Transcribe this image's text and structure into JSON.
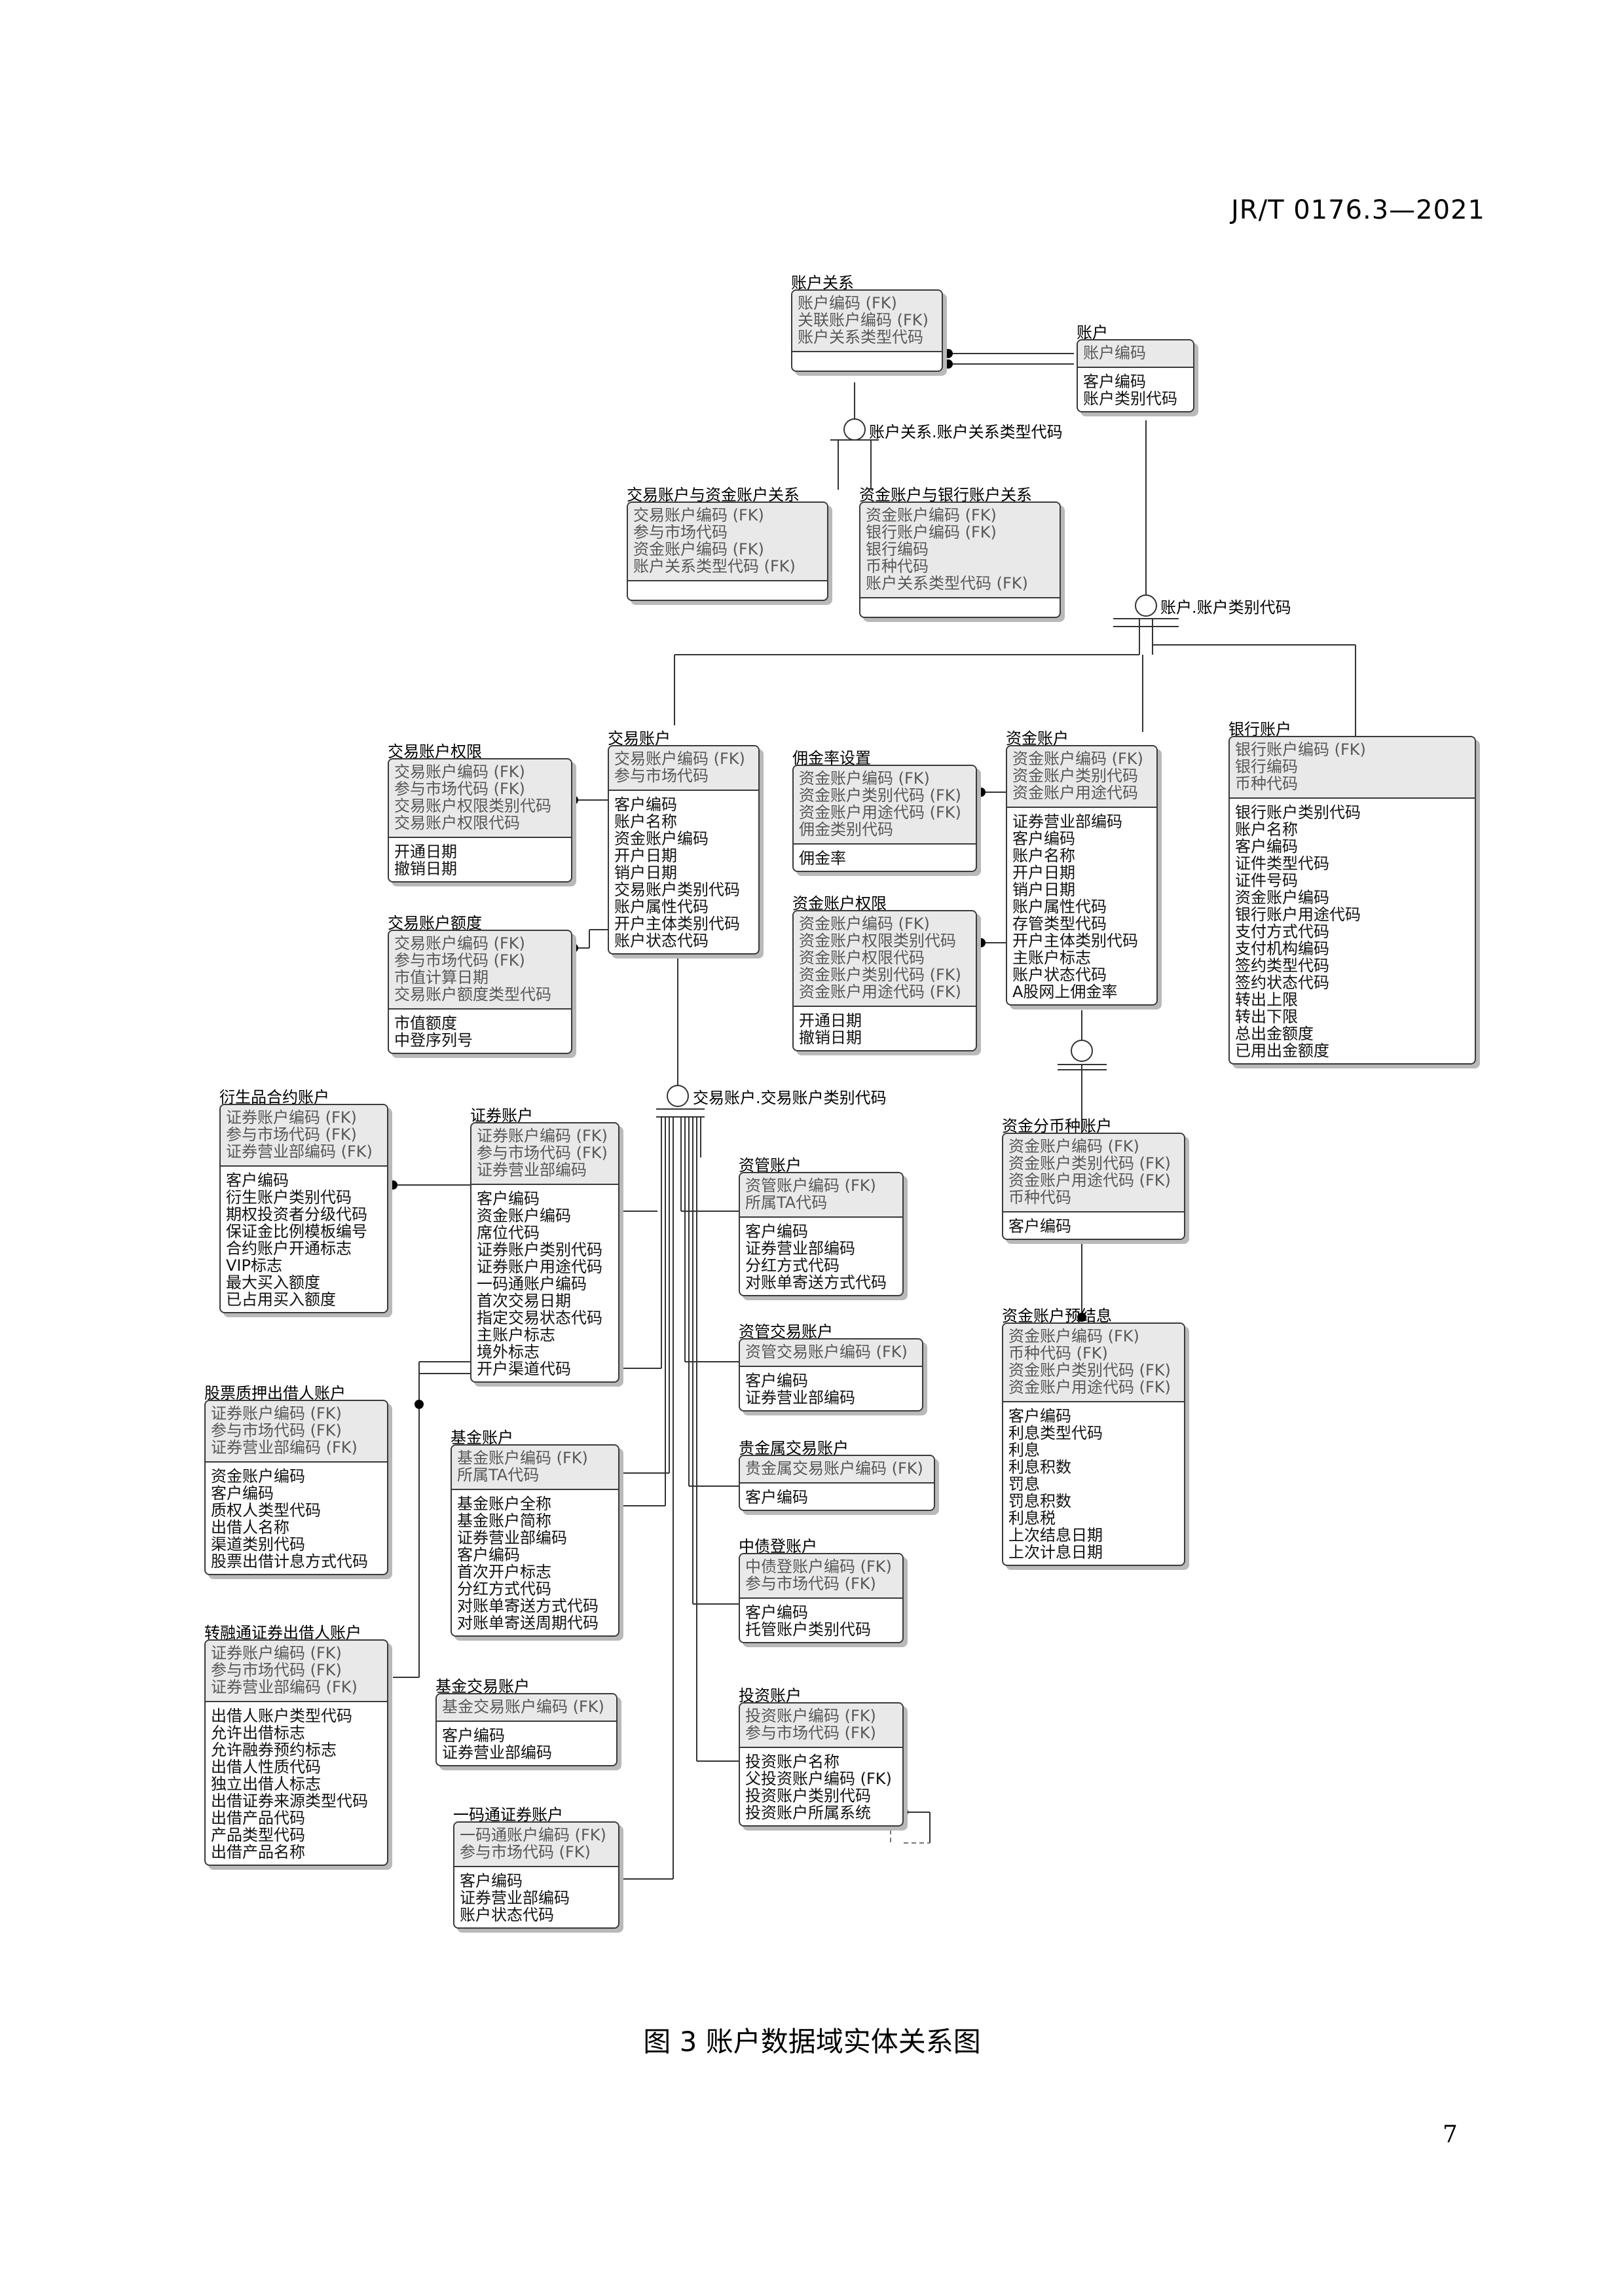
{
  "header": {
    "doc_code": "JR/T 0176.3—2021"
  },
  "caption": "图 3   账户数据域实体关系图",
  "page_number": "7",
  "relations": [
    "账户关系.账户关系类型代码",
    "账户.账户类别代码",
    "交易账户.交易账户类别代码"
  ],
  "entities": {
    "zhgx": {
      "name": "账户关系",
      "pk": [
        "账户编码 (FK)",
        "关联账户编码 (FK)",
        "账户关系类型代码"
      ],
      "attrs": []
    },
    "zh": {
      "name": "账户",
      "pk": [
        "账户编码"
      ],
      "attrs": [
        "客户编码",
        "账户类别代码"
      ]
    },
    "jyzjgx": {
      "name": "交易账户与资金账户关系",
      "pk": [
        "交易账户编码 (FK)",
        "参与市场代码",
        "资金账户编码 (FK)",
        "账户关系类型代码 (FK)"
      ],
      "attrs": []
    },
    "zjyhgx": {
      "name": "资金账户与银行账户关系",
      "pk": [
        "资金账户编码 (FK)",
        "银行账户编码 (FK)",
        "银行编码",
        "币种代码",
        "账户关系类型代码 (FK)"
      ],
      "attrs": []
    },
    "jyqx": {
      "name": "交易账户权限",
      "pk": [
        "交易账户编码 (FK)",
        "参与市场代码 (FK)",
        "交易账户权限类别代码",
        "交易账户权限代码"
      ],
      "attrs": [
        "开通日期",
        "撤销日期"
      ]
    },
    "jyzh": {
      "name": "交易账户",
      "pk": [
        "交易账户编码 (FK)",
        "参与市场代码"
      ],
      "attrs": [
        "客户编码",
        "账户名称",
        "资金账户编码",
        "开户日期",
        "销户日期",
        "交易账户类别代码",
        "账户属性代码",
        "开户主体类别代码",
        "账户状态代码"
      ]
    },
    "yjl": {
      "name": "佣金率设置",
      "pk": [
        "资金账户编码 (FK)",
        "资金账户类别代码 (FK)",
        "资金账户用途代码 (FK)",
        "佣金类别代码"
      ],
      "attrs": [
        "佣金率"
      ]
    },
    "zjzh": {
      "name": "资金账户",
      "pk": [
        "资金账户编码 (FK)",
        "资金账户类别代码",
        "资金账户用途代码"
      ],
      "attrs": [
        "证券营业部编码",
        "客户编码",
        "账户名称",
        "开户日期",
        "销户日期",
        "账户属性代码",
        "存管类型代码",
        "开户主体类别代码",
        "主账户标志",
        "账户状态代码",
        "A股网上佣金率"
      ]
    },
    "yhzh": {
      "name": "银行账户",
      "pk": [
        "银行账户编码 (FK)",
        "银行编码",
        "币种代码"
      ],
      "attrs": [
        "银行账户类别代码",
        "账户名称",
        "客户编码",
        "证件类型代码",
        "证件号码",
        "资金账户编码",
        "银行账户用途代码",
        "支付方式代码",
        "支付机构编码",
        "签约类型代码",
        "签约状态代码",
        "转出上限",
        "转出下限",
        "总出金额度",
        "已用出金额度"
      ]
    },
    "jyed": {
      "name": "交易账户额度",
      "pk": [
        "交易账户编码 (FK)",
        "参与市场代码 (FK)",
        "市值计算日期",
        "交易账户额度类型代码"
      ],
      "attrs": [
        "市值额度",
        "中登序列号"
      ]
    },
    "zjqx": {
      "name": "资金账户权限",
      "pk": [
        "资金账户编码 (FK)",
        "资金账户权限类别代码",
        "资金账户权限代码",
        "资金账户类别代码 (FK)",
        "资金账户用途代码 (FK)"
      ],
      "attrs": [
        "开通日期",
        "撤销日期"
      ]
    },
    "yshy": {
      "name": "衍生品合约账户",
      "pk": [
        "证券账户编码 (FK)",
        "参与市场代码 (FK)",
        "证券营业部编码 (FK)"
      ],
      "attrs": [
        "客户编码",
        "衍生账户类别代码",
        "期权投资者分级代码",
        "保证金比例模板编号",
        "合约账户开通标志",
        "VIP标志",
        "最大买入额度",
        "已占用买入额度"
      ]
    },
    "zqzh": {
      "name": "证券账户",
      "pk": [
        "证券账户编码 (FK)",
        "参与市场代码 (FK)",
        "证券营业部编码"
      ],
      "attrs": [
        "客户编码",
        "资金账户编码",
        "席位代码",
        "证券账户类别代码",
        "证券账户用途代码",
        "一码通账户编码",
        "首次交易日期",
        "指定交易状态代码",
        "主账户标志",
        "境外标志",
        "开户渠道代码"
      ]
    },
    "zgzh": {
      "name": "资管账户",
      "pk": [
        "资管账户编码 (FK)",
        "所属TA代码"
      ],
      "attrs": [
        "客户编码",
        "证券营业部编码",
        "分红方式代码",
        "对账单寄送方式代码"
      ]
    },
    "zjfb": {
      "name": "资金分币种账户",
      "pk": [
        "资金账户编码 (FK)",
        "资金账户类别代码 (FK)",
        "资金账户用途代码 (FK)",
        "币种代码"
      ],
      "attrs": [
        "客户编码"
      ]
    },
    "gpzy": {
      "name": "股票质押出借人账户",
      "pk": [
        "证券账户编码 (FK)",
        "参与市场代码 (FK)",
        "证券营业部编码 (FK)"
      ],
      "attrs": [
        "资金账户编码",
        "客户编码",
        "质权人类型代码",
        "出借人名称",
        "渠道类别代码",
        "股票出借计息方式代码"
      ]
    },
    "jjzh": {
      "name": "基金账户",
      "pk": [
        "基金账户编码 (FK)",
        "所属TA代码"
      ],
      "attrs": [
        "基金账户全称",
        "基金账户简称",
        "证券营业部编码",
        "客户编码",
        "首次开户标志",
        "分红方式代码",
        "对账单寄送方式代码",
        "对账单寄送周期代码"
      ]
    },
    "zgjy": {
      "name": "资管交易账户",
      "pk": [
        "资管交易账户编码 (FK)"
      ],
      "attrs": [
        "客户编码",
        "证券营业部编码"
      ]
    },
    "zjyj": {
      "name": "资金账户预结息",
      "pk": [
        "资金账户编码 (FK)",
        "币种代码 (FK)",
        "资金账户类别代码 (FK)",
        "资金账户用途代码 (FK)"
      ],
      "attrs": [
        "客户编码",
        "利息类型代码",
        "利息",
        "利息积数",
        "罚息",
        "罚息积数",
        "利息税",
        "上次结息日期",
        "上次计息日期"
      ]
    },
    "gjs": {
      "name": "贵金属交易账户",
      "pk": [
        "贵金属交易账户编码 (FK)"
      ],
      "attrs": [
        "客户编码"
      ]
    },
    "zzd": {
      "name": "中债登账户",
      "pk": [
        "中债登账户编码 (FK)",
        "参与市场代码 (FK)"
      ],
      "attrs": [
        "客户编码",
        "托管账户类别代码"
      ]
    },
    "zrt": {
      "name": "转融通证券出借人账户",
      "pk": [
        "证券账户编码 (FK)",
        "参与市场代码 (FK)",
        "证券营业部编码 (FK)"
      ],
      "attrs": [
        "出借人账户类型代码",
        "允许出借标志",
        "允许融券预约标志",
        "出借人性质代码",
        "独立出借人标志",
        "出借证券来源类型代码",
        "出借产品代码",
        "产品类型代码",
        "出借产品名称"
      ]
    },
    "jjjy": {
      "name": "基金交易账户",
      "pk": [
        "基金交易账户编码 (FK)"
      ],
      "attrs": [
        "客户编码",
        "证券营业部编码"
      ]
    },
    "tzzh": {
      "name": "投资账户",
      "pk": [
        "投资账户编码 (FK)",
        "参与市场代码 (FK)"
      ],
      "attrs": [
        "投资账户名称",
        "父投资账户编码 (FK)",
        "投资账户类别代码",
        "投资账户所属系统"
      ]
    },
    "ymt": {
      "name": "一码通证券账户",
      "pk": [
        "一码通账户编码 (FK)",
        "参与市场代码 (FK)"
      ],
      "attrs": [
        "客户编码",
        "证券营业部编码",
        "账户状态代码"
      ]
    }
  }
}
